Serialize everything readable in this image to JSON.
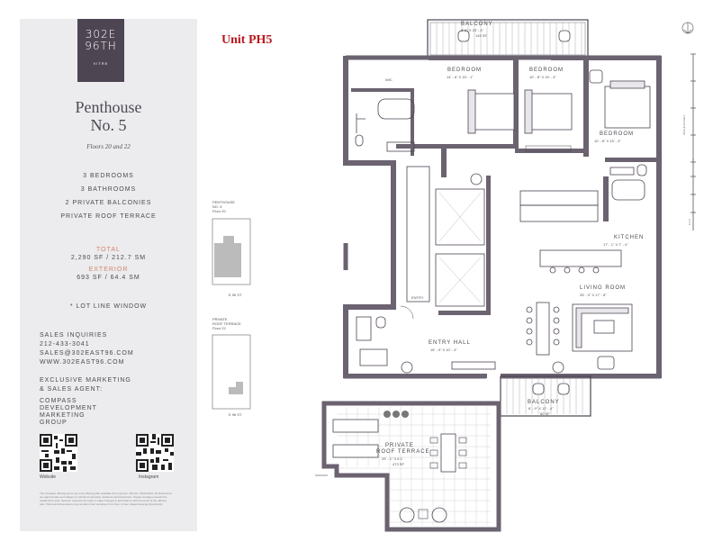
{
  "brand": {
    "line1": "302E",
    "line2": "96TH",
    "line3": "VITRE"
  },
  "unit_title": "Unit PH5",
  "title": {
    "line1": "Penthouse",
    "line2": "No. 5"
  },
  "floors": "Floors 20 and 22",
  "features": [
    "3 BEDROOMS",
    "3 BATHROOMS",
    "2 PRIVATE BALCONIES",
    "PRIVATE ROOF TERRACE"
  ],
  "total": {
    "label": "TOTAL",
    "value": "2,290 SF / 212.7 SM"
  },
  "exterior": {
    "label": "EXTERIOR",
    "value": "693 SF / 64.4 SM"
  },
  "lot_line": "* LOT LINE WINDOW",
  "sales": {
    "label": "SALES INQUIRIES",
    "phone": "212-433-3041",
    "email": "SALES@302EAST96.COM",
    "website": "WWW.302EAST96.COM"
  },
  "agent": {
    "line1": "EXCLUSIVE MARKETING",
    "line2": "& SALES AGENT:",
    "name_lines": [
      "COMPASS",
      "DEVELOPMENT",
      "MARKETING",
      "GROUP"
    ]
  },
  "qr": {
    "website_label": "Website",
    "instagram_label": "Instagram"
  },
  "disclaimer": "The complete offering terms are in an offering plan available from sponsor. File No. CD19-0001. All dimensions are approximate and subject to normal construction variances and tolerances. Square footage exceeds the usable floor area. Sponsor reserves the right to make changes in accordance with the terms of the offering plan. Plans and dimensions may contain minor variations from floor to floor. Equal Housing Opportunity.",
  "key_plans": {
    "penthouse": {
      "line1": "PENTHOUSE",
      "line2": "NO. 5",
      "floor": "Floor 20",
      "street": "E 96 ST."
    },
    "roof": {
      "line1": "PRIVATE",
      "line2": "ROOF TERRACE",
      "floor": "Floor 22",
      "street": "E 96 ST."
    }
  },
  "rooms": {
    "balcony_top": {
      "name": "BALCONY",
      "dim1": "8' 6\" X 23' - 4\"",
      "dim2": "145 SF"
    },
    "bedroom1": {
      "name": "BEDROOM",
      "dim": "14' - 6\" X 15' - 1\""
    },
    "bedroom2": {
      "name": "BEDROOM",
      "dim": "10' - 8\" X 15' - 4\""
    },
    "bedroom3": {
      "name": "BEDROOM",
      "dim": "10' - 8\" X 15' - 4\""
    },
    "wic": {
      "name": "WIC"
    },
    "kitchen": {
      "name": "KITCHEN",
      "dim": "17' - 1\" X 7' - 4\""
    },
    "living": {
      "name": "LIVING ROOM",
      "dim": "25' - 0\" X 17' - 8\""
    },
    "entry": {
      "name": "ENTRY"
    },
    "entry_hall": {
      "name": "ENTRY HALL",
      "dim": "16' - 9\" X 10' - 4\""
    },
    "balcony_bottom": {
      "name": "BALCONY",
      "dim1": "6' - 9\" X 12' - 4\"",
      "dim2": "80 SF"
    },
    "roof_terrace": {
      "name1": "PRIVATE",
      "name2": "ROOF TERRACE",
      "dim1": "29' - 1\" X 8 1'",
      "dim2": "473 SF"
    }
  },
  "scale_text": {
    "line1": "SCALE IN FEET",
    "line2": "0   4   8"
  }
}
